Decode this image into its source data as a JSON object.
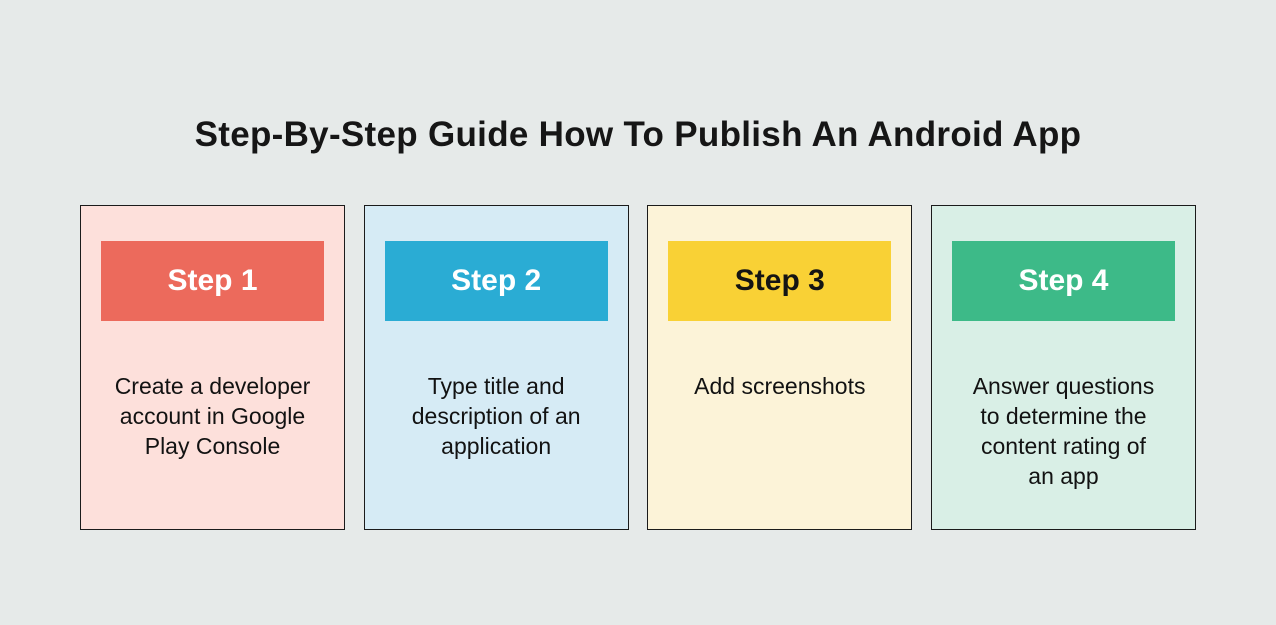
{
  "title": "Step-By-Step Guide How To Publish An Android App",
  "colors": {
    "page_background": "#E6EAE9",
    "card_border": "#1B1B1B",
    "title_text": "#161616",
    "body_text": "#121212"
  },
  "steps": [
    {
      "label": "Step 1",
      "description": [
        "Create a developer",
        "account in Google",
        "Play Console"
      ],
      "band_color": "#EC6A5C",
      "band_text_color": "#FFFFFF",
      "card_color": "#FDE0DB"
    },
    {
      "label": "Step 2",
      "description": [
        "Type title and",
        "description of an",
        "application"
      ],
      "band_color": "#2AACD4",
      "band_text_color": "#FFFFFF",
      "card_color": "#D6EBF5"
    },
    {
      "label": "Step 3",
      "description": [
        "Add screenshots"
      ],
      "band_color": "#F9D135",
      "band_text_color": "#141414",
      "card_color": "#FCF3D8"
    },
    {
      "label": "Step 4",
      "description": [
        "Answer questions",
        "to determine the",
        "content rating of",
        "an app"
      ],
      "band_color": "#3DBA88",
      "band_text_color": "#FFFFFF",
      "card_color": "#D9EFE6"
    }
  ]
}
